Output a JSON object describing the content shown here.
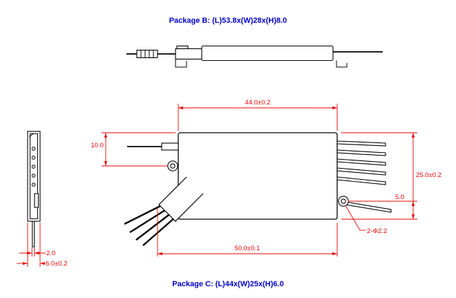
{
  "titles": {
    "package_b": "Package B: (L)53.8x(W)28x(H)8.0",
    "package_c": "Package C: (L)44x(W)25x(H)6.0"
  },
  "dimensions": {
    "body_length": "44.0±0.2",
    "fiber_offset": "10.0",
    "body_width": "25.0±0.2",
    "hole_to_edge": "5.0",
    "mount_holes": "2-Φ2.2",
    "overall_length": "50.0±0.1",
    "pin_thickness": "2.0",
    "side_width": "6.0±0.2"
  },
  "colors": {
    "dimension_red": "#ee0000",
    "outline_black": "#000000",
    "title_blue": "#0000cc",
    "background": "#ffffff"
  }
}
